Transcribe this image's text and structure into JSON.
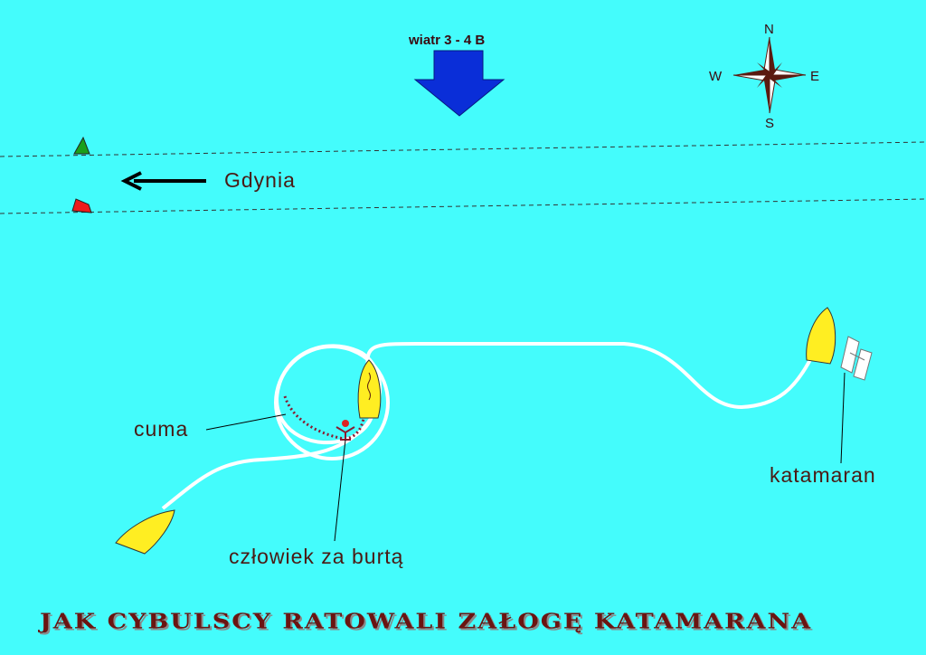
{
  "wind_label": "wiatr 3 - 4 B",
  "compass": {
    "n": "N",
    "s": "S",
    "e": "E",
    "w": "W"
  },
  "direction_label": "Gdynia",
  "labels": {
    "rope": "cuma",
    "man_overboard": "człowiek za burtą",
    "catamaran": "katamaran"
  },
  "title": "JAK CYBULSCY RATOWALI ZAŁOGĘ KATAMARANA",
  "colors": {
    "sea": "#44fcfc",
    "boat": "#ffee22",
    "arrow": "#0a2ed8",
    "track": "#ffffff"
  }
}
